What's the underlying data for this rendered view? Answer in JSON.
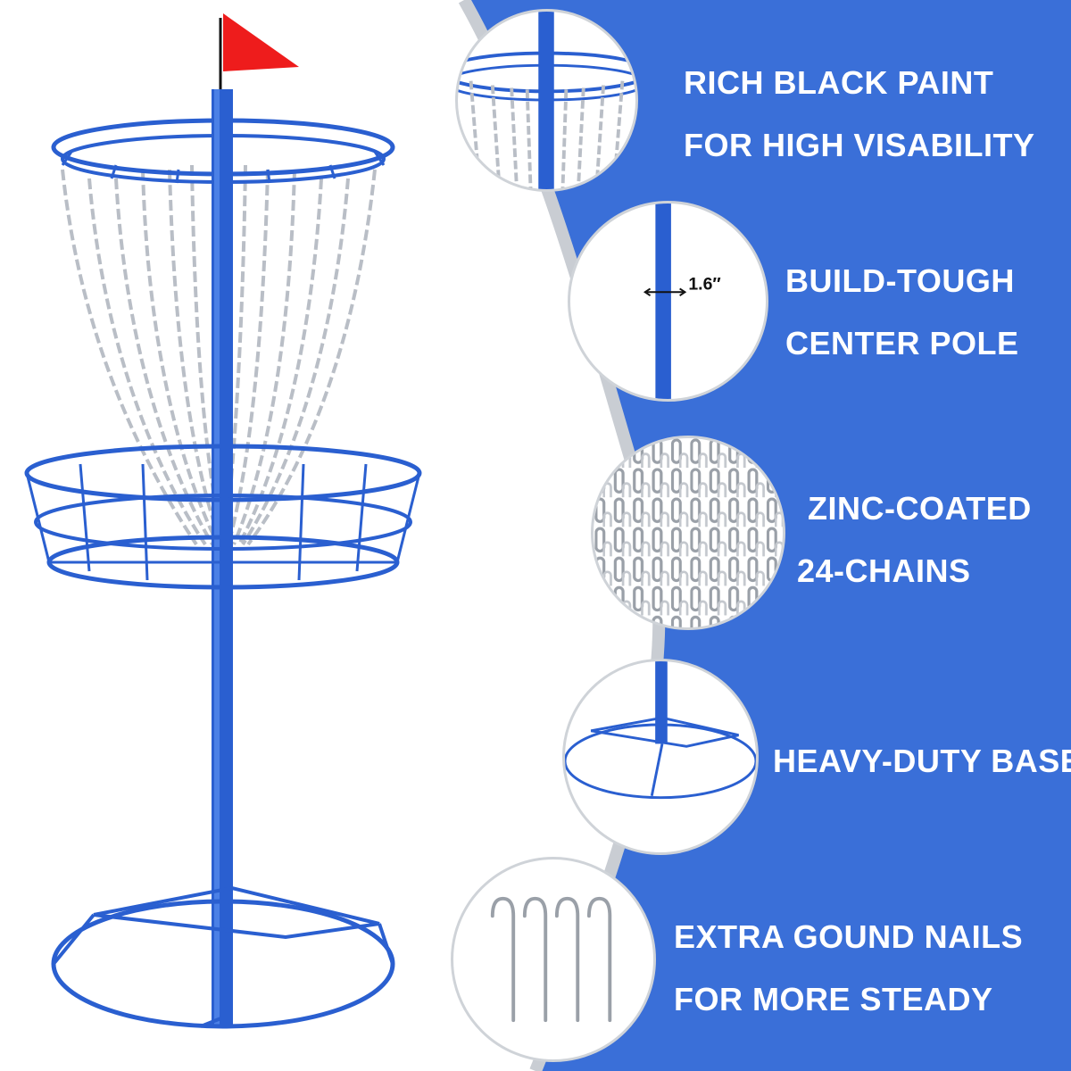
{
  "colors": {
    "panel_blue": "#3a6fd8",
    "basket_blue": "#2a5fd0",
    "chain_silver": "#b9bec6",
    "flag_red": "#ee1c1c",
    "ring_gray": "#cfd3d8",
    "text_white": "#ffffff"
  },
  "features": [
    {
      "line1": "RICH BLACK PAINT",
      "line2": "FOR HIGH VISABILITY",
      "icon": "top-basket-closeup-icon"
    },
    {
      "line1": "BUILD-TOUGH",
      "line2": "CENTER POLE",
      "icon": "pole-closeup-icon"
    },
    {
      "line1": "ZINC-COATED",
      "line2": "24-CHAINS",
      "icon": "chains-closeup-icon"
    },
    {
      "line1": "HEAVY-DUTY BASE",
      "line2": "",
      "icon": "base-closeup-icon"
    },
    {
      "line1": "EXTRA GOUND NAILS",
      "line2": "FOR MORE STEADY",
      "icon": "ground-nails-icon"
    }
  ],
  "pole_dimension": "1.6″"
}
